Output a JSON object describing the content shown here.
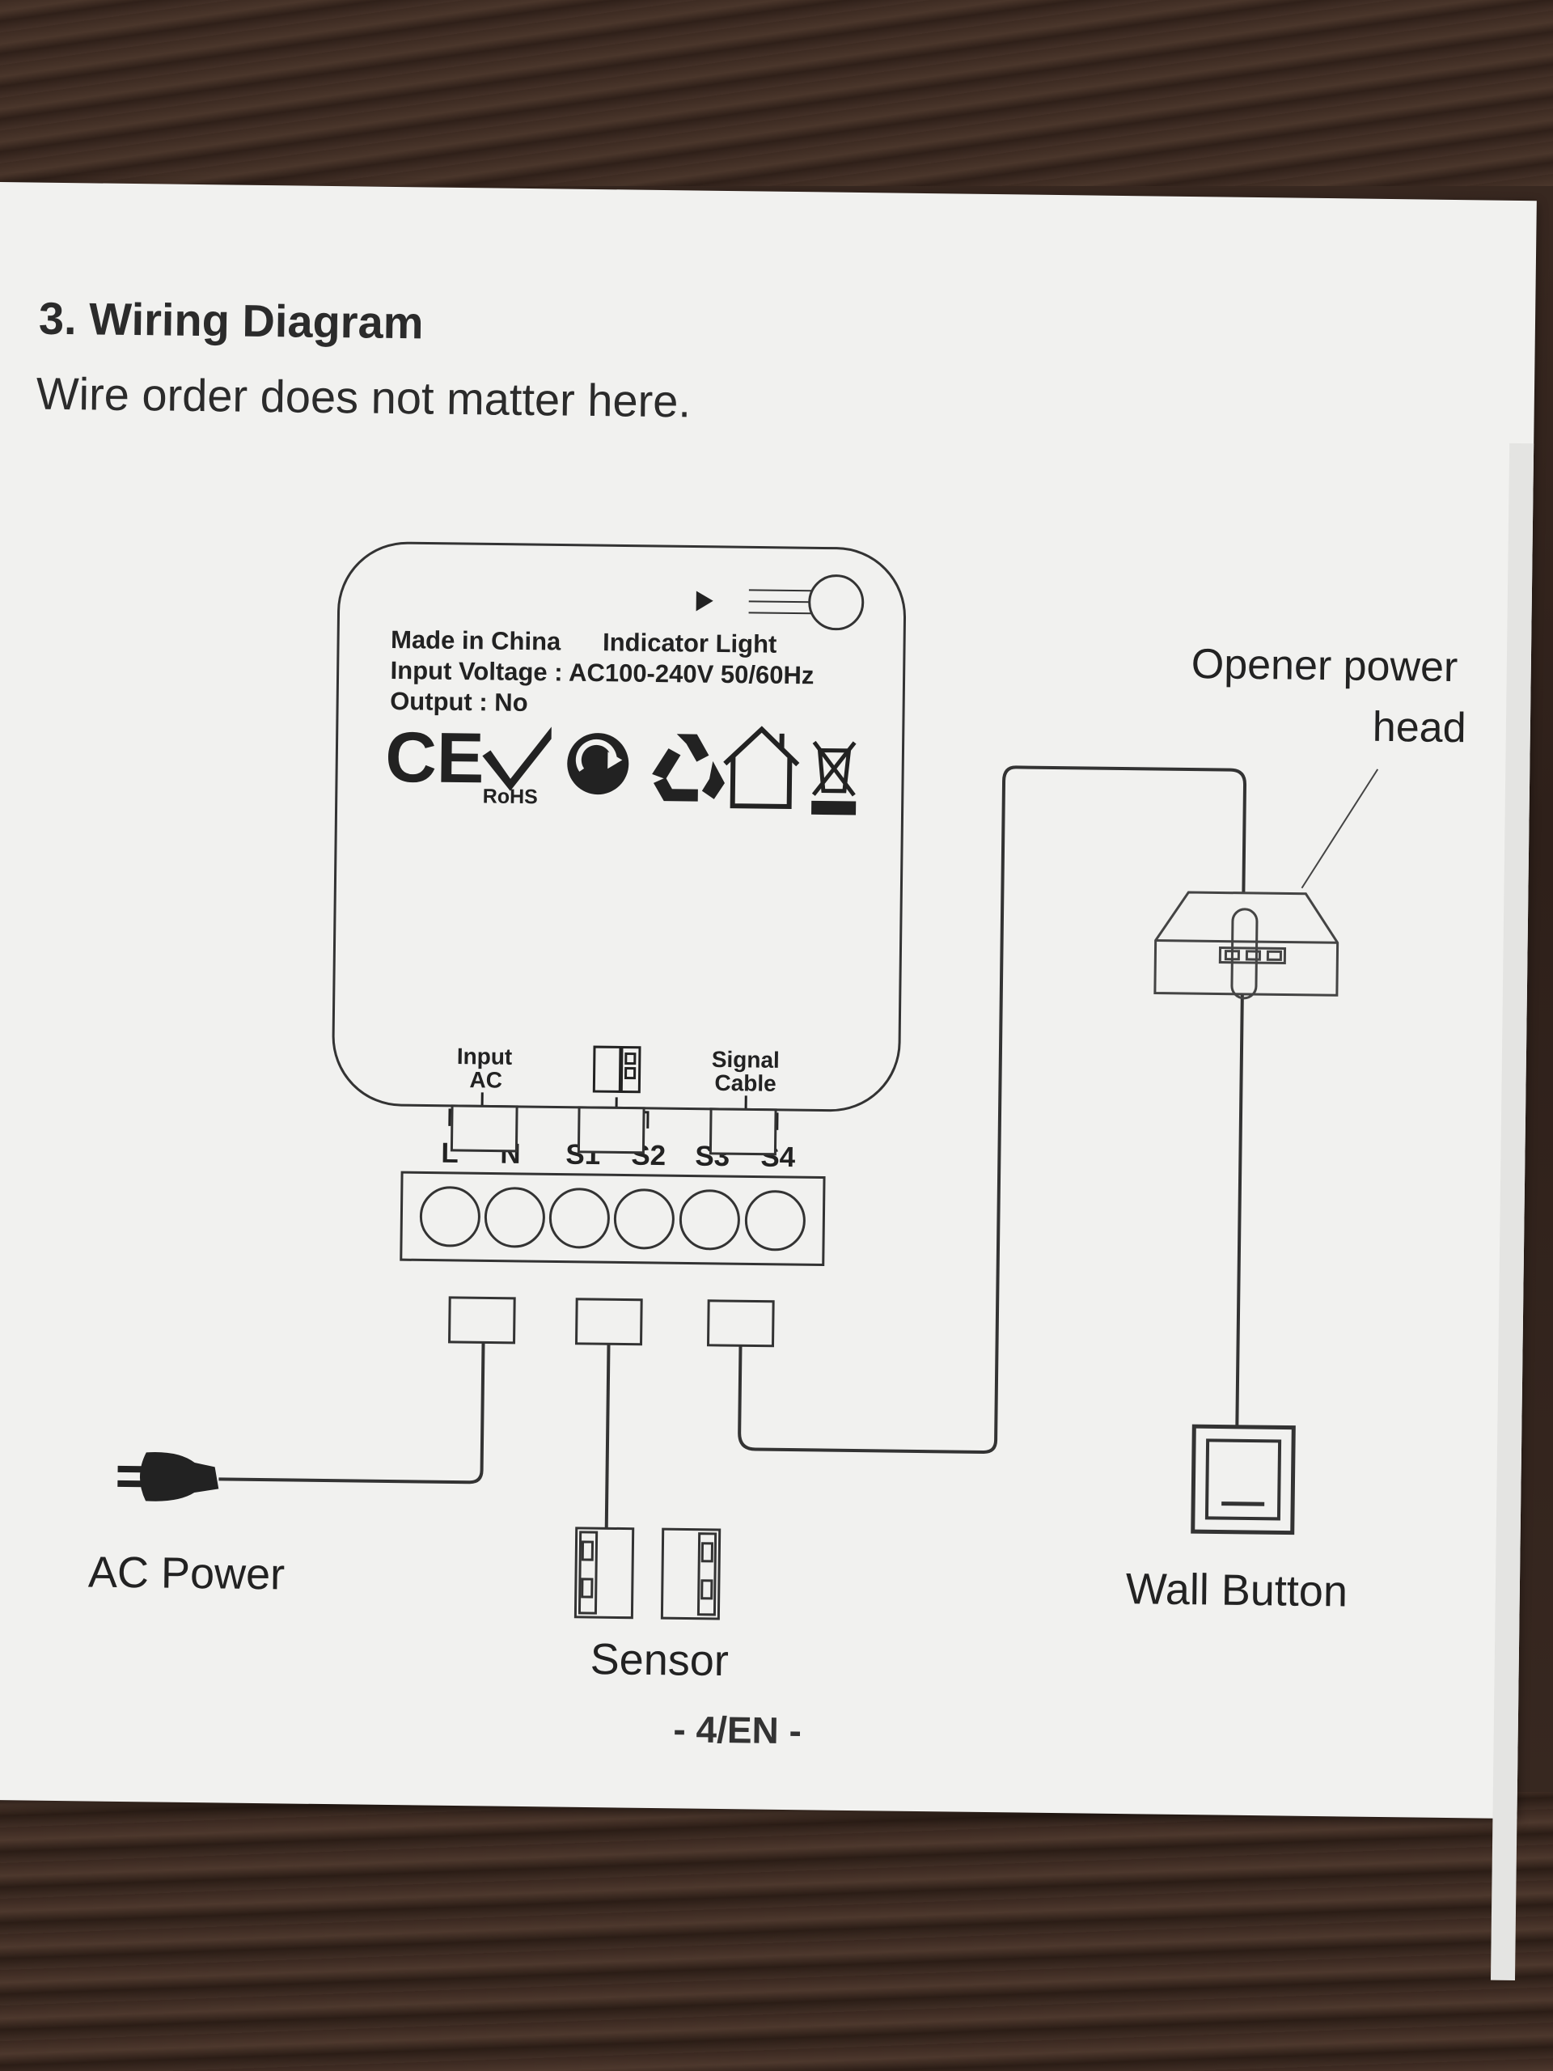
{
  "section": {
    "heading": "3. Wiring Diagram",
    "subheading": "Wire order does not matter here."
  },
  "module": {
    "made_in": "Made in China",
    "indicator": "Indicator Light",
    "input_voltage": "Input Voltage : AC100-240V 50/60Hz",
    "output": "Output :  No",
    "rohs": "RoHS",
    "groups": {
      "input_line1": "Input",
      "input_line2": "AC",
      "signal_line1": "Signal",
      "signal_line2": "Cable"
    },
    "terminals": [
      "L",
      "N",
      "S1",
      "S2",
      "S3",
      "S4"
    ]
  },
  "labels": {
    "ac_power": "AC Power",
    "sensor": "Sensor",
    "wall_button": "Wall Button",
    "opener_line1": "Opener power",
    "opener_line2": "head"
  },
  "page_number": "- 4/EN -"
}
